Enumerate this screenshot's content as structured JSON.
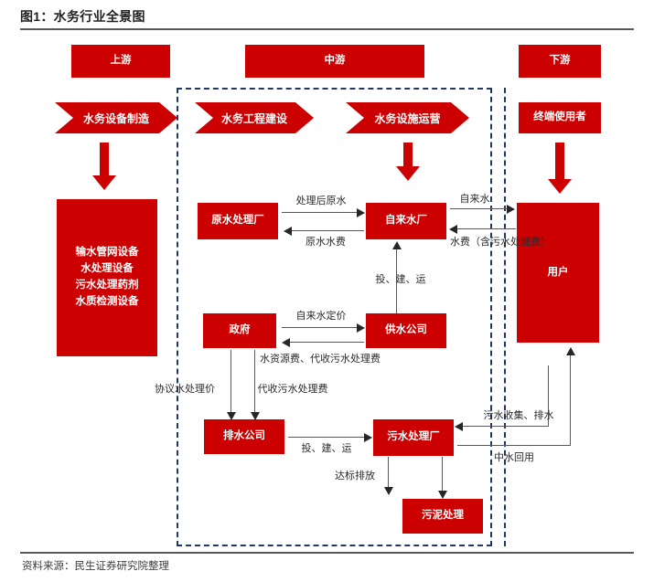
{
  "figure": {
    "title": "图1：水务行业全景图",
    "source": "资料来源：民生证券研究院整理",
    "accent_color": "#cc0000",
    "dashed_border_color": "#1f3864",
    "rule_color": "#58595b"
  },
  "segments": {
    "upstream": "上游",
    "midstream": "中游",
    "downstream": "下游"
  },
  "banners": {
    "equipment_manufacturing": "水务设备制造",
    "engineering_construction": "水务工程建设",
    "facility_operation": "水务设施运营",
    "end_users": "终端使用者"
  },
  "upstream_products": {
    "items": [
      "输水管网设备",
      "水处理设备",
      "污水处理药剂",
      "水质检测设备"
    ]
  },
  "nodes": {
    "raw_water_plant": "原水处理厂",
    "tap_water_plant": "自来水厂",
    "government": "政府",
    "water_supply_company": "供水公司",
    "drainage_company": "排水公司",
    "sewage_plant": "污水处理厂",
    "sludge_treatment": "污泥处理",
    "users": "用户"
  },
  "flows": {
    "treated_raw_water": "处理后原水",
    "raw_water_fee": "原水水费",
    "tap_water": "自来水",
    "water_fee_incl_sewage": "水费（含污水处理费）",
    "invest_build_operate_1": "投、建、运",
    "tap_water_pricing": "自来水定价",
    "water_resource_fee": "水资源费、代收污水处理费",
    "collected_sewage_fee": "代收污水处理费",
    "agreed_treatment_price": "协议水处理价",
    "invest_build_operate_2": "投、建、运",
    "compliant_discharge": "达标排放",
    "sewage_collection_drainage": "污水收集、排水",
    "reclaimed_water_reuse": "中水回用"
  }
}
